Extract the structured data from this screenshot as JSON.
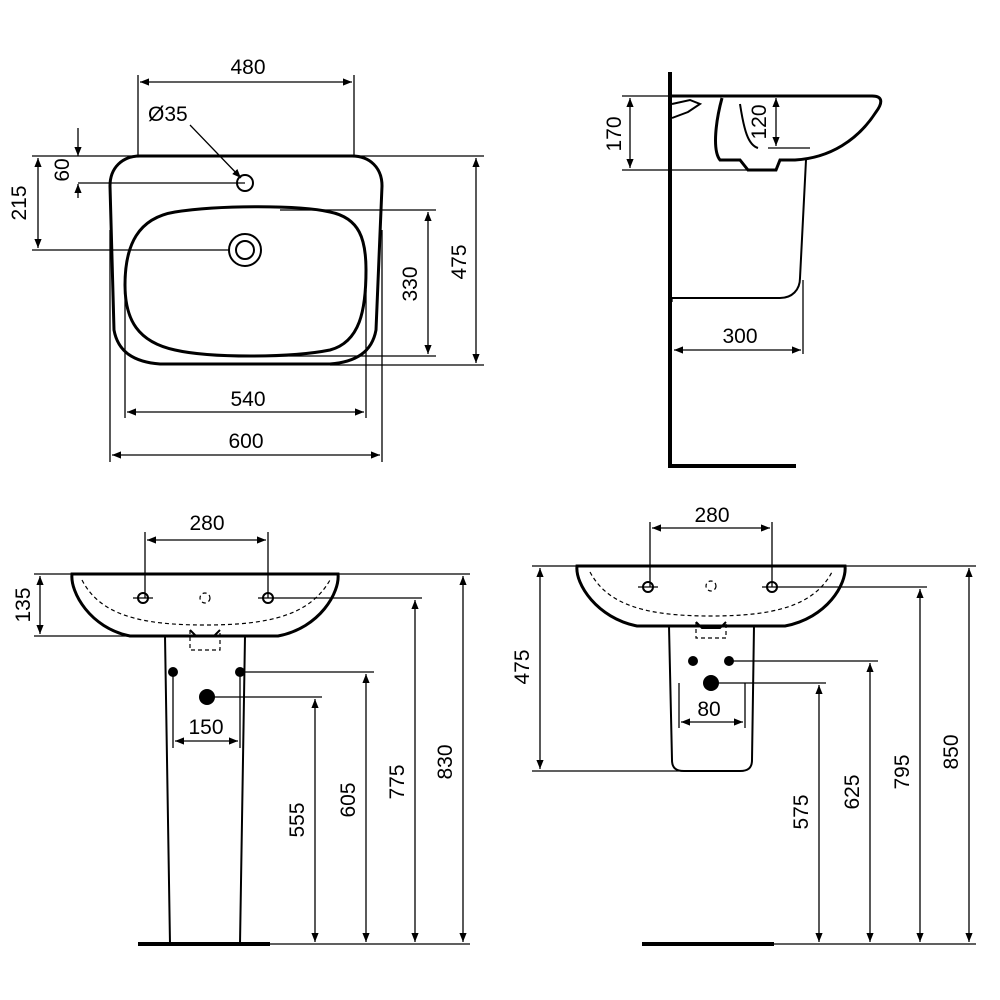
{
  "top_view": {
    "tap_hole_width": "480",
    "tap_hole_diameter": "Ø35",
    "tap_hole_offset": "60",
    "waste_offset": "215",
    "bowl_depth": "330",
    "overall_depth": "475",
    "bowl_width": "540",
    "overall_width": "600"
  },
  "side_view": {
    "wall_height": "170",
    "bowl_height": "120",
    "pedestal_depth": "300"
  },
  "front_pedestal": {
    "bolt_spacing": "280",
    "basin_height": "135",
    "pipe_spacing": "150",
    "waste_height": "555",
    "supply_height": "605",
    "bolt_height": "775",
    "rim_height": "830"
  },
  "front_semi_pedestal": {
    "bolt_spacing": "280",
    "basin_height": "475",
    "pipe_spacing": "80",
    "waste_height": "575",
    "supply_height": "625",
    "bolt_height": "795",
    "rim_height": "850"
  }
}
